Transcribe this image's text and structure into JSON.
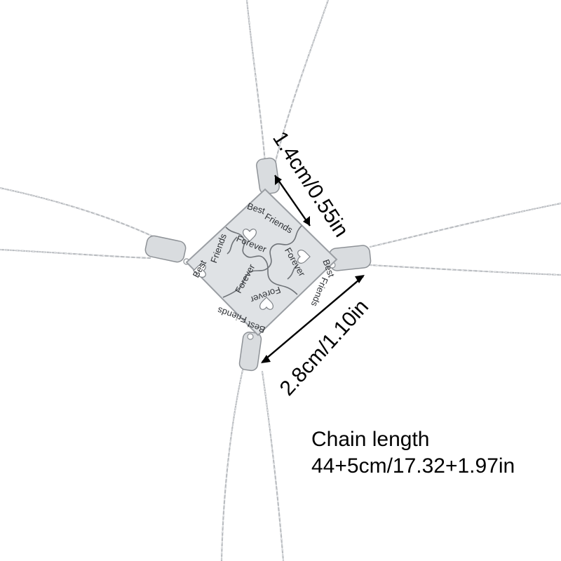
{
  "engraving": {
    "best": "Best",
    "friends": "Friends",
    "forever": "Forever"
  },
  "dimensions": {
    "bail_size": "1.4cm/0.55in",
    "pendant_size": "2.8cm/1.10in"
  },
  "caption": {
    "line1": "Chain length",
    "line2": "44+5cm/17.32+1.97in"
  },
  "colors": {
    "background": "#ffffff",
    "metal": "#dfe2e5",
    "chain": "#b9bcc0",
    "text": "#000000"
  }
}
